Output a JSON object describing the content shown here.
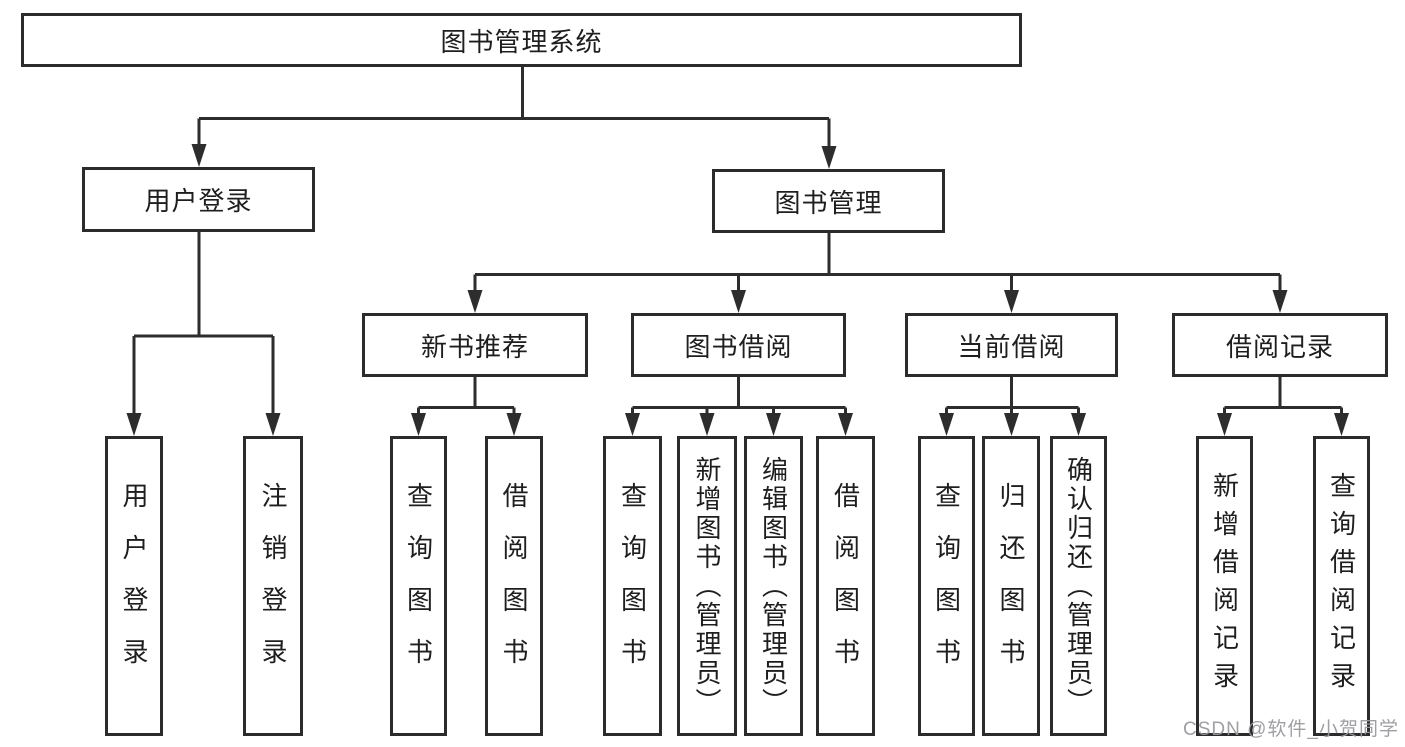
{
  "tree": {
    "label": "图书管理系统",
    "children": [
      {
        "label": "用户登录",
        "children": [
          {
            "label": "用户登录"
          },
          {
            "label": "注销登录"
          }
        ]
      },
      {
        "label": "图书管理",
        "children": [
          {
            "label": "新书推荐",
            "children": [
              {
                "label": "查询图书"
              },
              {
                "label": "借阅图书"
              }
            ]
          },
          {
            "label": "图书借阅",
            "children": [
              {
                "label": "查询图书"
              },
              {
                "label": "新增图书（管理员）"
              },
              {
                "label": "编辑图书（管理员）"
              },
              {
                "label": "借阅图书"
              }
            ]
          },
          {
            "label": "当前借阅",
            "children": [
              {
                "label": "查询图书"
              },
              {
                "label": "归还图书"
              },
              {
                "label": "确认归还（管理员）"
              }
            ]
          },
          {
            "label": "借阅记录",
            "children": [
              {
                "label": "新增借阅记录"
              },
              {
                "label": "查询借阅记录"
              }
            ]
          }
        ]
      }
    ]
  },
  "watermark": {
    "text": "CSDN @软件_小贺同学"
  },
  "colors": {
    "line": "#2d2d2d",
    "border": "#2b2b2b",
    "text": "#1e1e1e",
    "watermark": "#9a9aa0",
    "background": "#ffffff"
  }
}
